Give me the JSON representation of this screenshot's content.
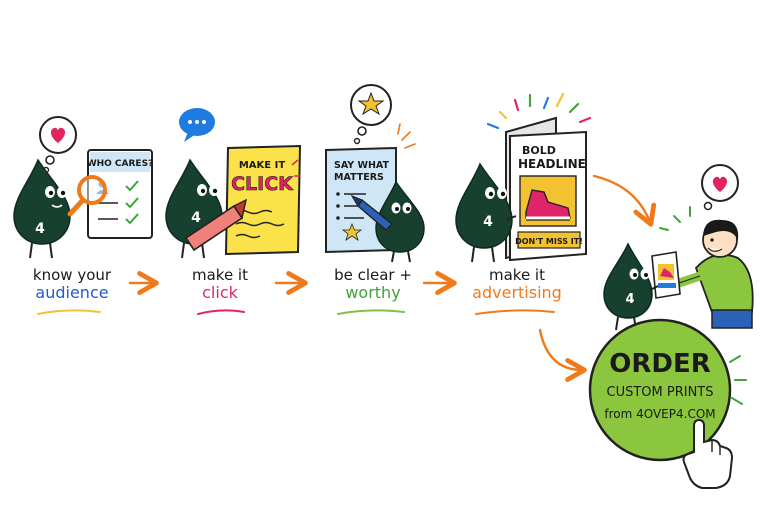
{
  "steps": [
    {
      "line1": "know your",
      "line2": "audience",
      "line2_color": "#1e5bd6",
      "underline_color": "#f2c230"
    },
    {
      "line1": "make it",
      "line2": "click",
      "line2_color": "#e0246a",
      "underline_color": "#e0246a"
    },
    {
      "line1": "be clear +",
      "line2": "worthy",
      "line2_color": "#3fa43a",
      "underline_color": "#7ec243"
    },
    {
      "line1": "make it",
      "line2": "advertising",
      "line2_color": "#f07a1a",
      "underline_color": "#f07a1a"
    }
  ],
  "cards": {
    "audience": "WHO CARES?",
    "click_top": "MAKE IT",
    "click_big": "CLICK",
    "clear_line1": "SAY WHAT",
    "clear_line2": "MATTERS",
    "ad_line1": "BOLD",
    "ad_line2": "HEADLINE",
    "ad_footer": "DON'T MISS IT!"
  },
  "mascot": {
    "number": "4",
    "color": "#17402f"
  },
  "cta": {
    "line1": "ORDER",
    "line2": "CUSTOM PRINTS",
    "line3": "from 4OVEP4.COM",
    "color": "#8cc63f"
  },
  "colors": {
    "arrow": "#f07a1a",
    "heart": "#e0245e",
    "bubble_blue": "#1e7be0",
    "star": "#f2c230",
    "card_blue": "#cfe6f7",
    "card_yellow": "#fbe24a",
    "shirt": "#8cc63f",
    "pants": "#2b62b6"
  },
  "icons": [
    "heart-icon",
    "chat-dots-icon",
    "star-icon",
    "magnifier-icon",
    "marker-icon",
    "pen-icon",
    "sneaker-icon",
    "pointer-hand-icon",
    "checkmark-icon",
    "person-icon"
  ]
}
